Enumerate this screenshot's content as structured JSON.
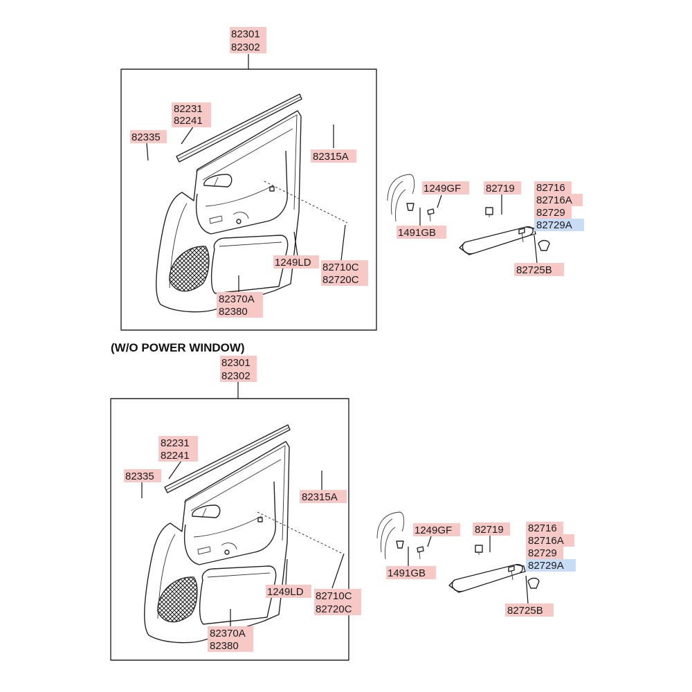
{
  "colors": {
    "callout_normal": "#f7c9c6",
    "callout_highlight": "#c9dcf5",
    "line": "#222222"
  },
  "caption": "(W/O POWER WINDOW)",
  "diagrams": [
    {
      "trim_panel": [
        "82301",
        "82302"
      ],
      "weatherstrip": [
        "82231",
        "82241"
      ],
      "clip_left": "82335",
      "clip_right": "82315A",
      "screw": "1249LD",
      "pocket": [
        "82370A",
        "82380"
      ],
      "pull_handle": [
        "82710C",
        "82720C"
      ],
      "side_screw_a": "1249GF",
      "side_clip_a": "1491GB",
      "handle_clip": "82719",
      "handle_parts": [
        "82716",
        "82716A",
        "82729",
        "82729A"
      ],
      "handle_screw": "82725B"
    },
    {
      "trim_panel": [
        "82301",
        "82302"
      ],
      "weatherstrip": [
        "82231",
        "82241"
      ],
      "clip_left": "82335",
      "clip_right": "82315A",
      "screw": "1249LD",
      "pocket": [
        "82370A",
        "82380"
      ],
      "pull_handle": [
        "82710C",
        "82720C"
      ],
      "side_screw_a": "1249GF",
      "side_clip_a": "1491GB",
      "handle_clip": "82719",
      "handle_parts": [
        "82716",
        "82716A",
        "82729",
        "82729A"
      ],
      "handle_screw": "82725B"
    }
  ]
}
